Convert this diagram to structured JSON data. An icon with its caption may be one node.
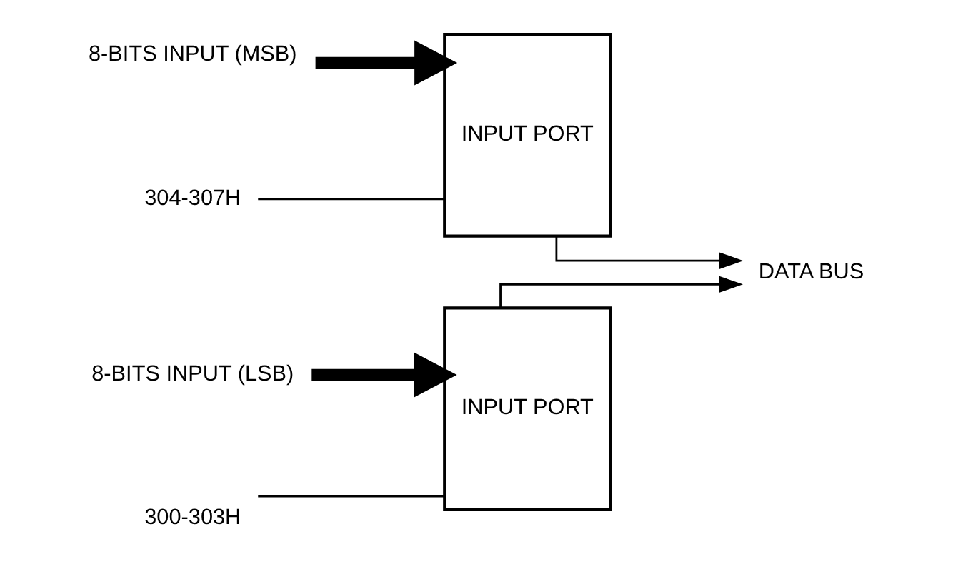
{
  "diagram": {
    "nodes": [
      {
        "text": [
          "8-BITS INPUT (MSB)"
        ]
      },
      {
        "text": [
          "INPUT PORT"
        ]
      },
      {
        "text": [
          "304-307H"
        ]
      },
      {
        "text": [
          "8-BITS INPUT (LSB)"
        ]
      },
      {
        "text": [
          "INPUT PORT"
        ]
      },
      {
        "text": [
          "300-303H"
        ]
      },
      {
        "text": [
          "DATA BUS"
        ]
      }
    ],
    "edges": [
      {
        "from": 0,
        "to": 1,
        "arrow": "to",
        "style": "thick"
      },
      {
        "from": 2,
        "to": 1,
        "arrow": "none"
      },
      {
        "from": 3,
        "to": 4,
        "arrow": "to",
        "style": "thick"
      },
      {
        "from": 5,
        "to": 4,
        "arrow": "none"
      },
      {
        "from": 1,
        "to": 6,
        "arrow": "to"
      },
      {
        "from": 4,
        "to": 6,
        "arrow": "to"
      }
    ]
  }
}
